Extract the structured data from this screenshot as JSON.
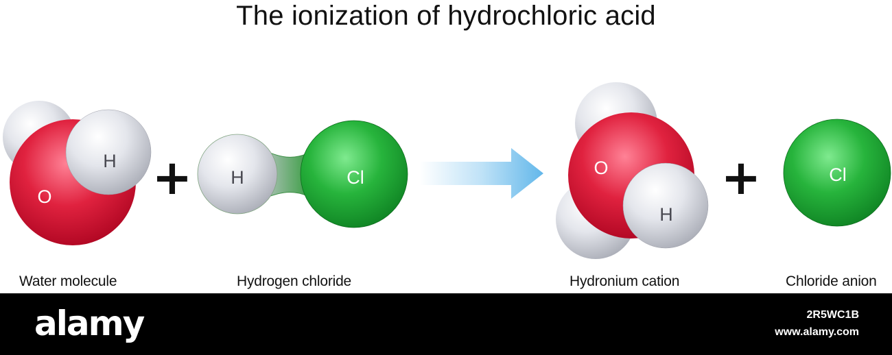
{
  "title": "The ionization of hydrochloric acid",
  "atoms": {
    "water_o": "O",
    "water_h": "H",
    "hcl_h": "H",
    "hcl_cl": "Cl",
    "hydronium_o": "O",
    "hydronium_h": "H",
    "chloride_cl": "Cl"
  },
  "operators": {
    "plus_left": "+",
    "plus_right": "+"
  },
  "captions": {
    "water": "Water molecule",
    "hcl": "Hydrogen chloride",
    "hydronium": "Hydronium cation",
    "chloride": "Chloride anion"
  },
  "colors": {
    "oxygen": "#d81e3c",
    "hydrogen": "#dadce3",
    "chlorine": "#20b03a",
    "arrow": "#7ec8ef"
  },
  "footer": {
    "brand": "alamy",
    "image_id": "2R5WC1B",
    "site": "www.alamy.com"
  }
}
